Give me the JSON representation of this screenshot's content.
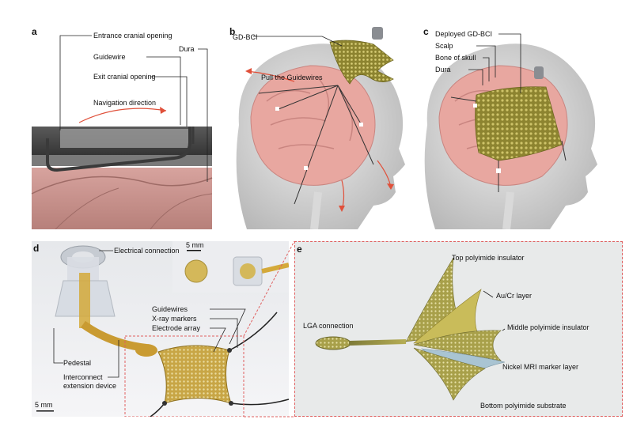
{
  "panels": {
    "a": {
      "letter": "a",
      "labels": {
        "entrance": "Entrance cranial opening",
        "guidewire": "Guidewire",
        "exit": "Exit cranial opening",
        "navigation": "Navigation direction",
        "dura": "Dura"
      }
    },
    "b": {
      "letter": "b",
      "labels": {
        "gdbci": "GD-BCI",
        "pull": "Pull the Guidewires"
      }
    },
    "c": {
      "letter": "c",
      "labels": {
        "deployed": "Deployed GD-BCI",
        "scalp": "Scalp",
        "bone": "Bone of skull",
        "dura": "Dura"
      }
    },
    "d": {
      "letter": "d",
      "labels": {
        "electrical": "Electrical connection",
        "scalebar_inset": "5 mm",
        "guidewires": "Guidewires",
        "xray": "X-ray markers",
        "electrode": "Electrode array",
        "pedestal": "Pedestal",
        "interconnect_1": "Interconnect",
        "interconnect_2": "extension device",
        "scalebar_main": "5 mm"
      }
    },
    "e": {
      "letter": "e",
      "labels": {
        "top": "Top polyimide insulator",
        "aucr": "Au/Cr layer",
        "lga": "LGA connection",
        "middle": "Middle polyimide insulator",
        "nickel": "Nickel MRI marker layer",
        "bottom": "Bottom polyimide substrate"
      }
    }
  },
  "colors": {
    "scalp": "#4a4a4a",
    "dura": "#c98f8a",
    "brain": "#e8a7a0",
    "mesh": "#a89a3a",
    "arrow": "#e0503a",
    "panel_e_bg": "#e8eaea",
    "dashed": "#e06060"
  }
}
